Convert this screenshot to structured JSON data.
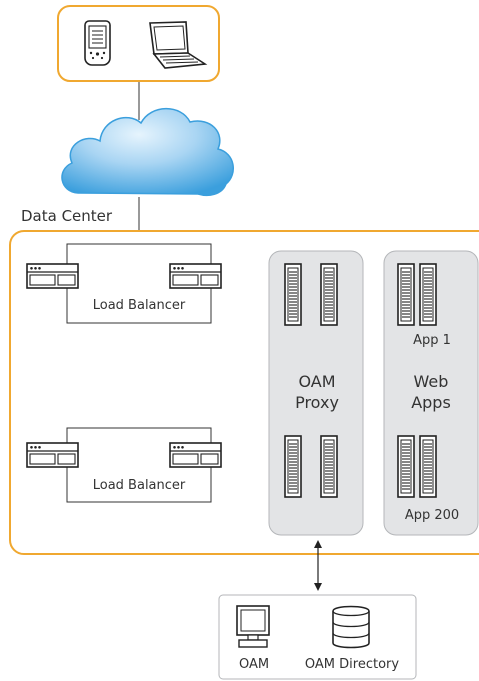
{
  "data_center": {
    "label": "Data Center"
  },
  "load_balancers": [
    {
      "label": "Load Balancer"
    },
    {
      "label": "Load Balancer"
    }
  ],
  "oam_proxy": {
    "line1": "OAM",
    "line2": "Proxy"
  },
  "web_apps": {
    "line1": "Web",
    "line2": "Apps",
    "first_app": "App 1",
    "last_app": "App 200"
  },
  "backend": {
    "oam_label": "OAM",
    "directory_label": "OAM Directory"
  },
  "colors": {
    "datacenter_border": "#f0a830",
    "client_border": "#f0a830",
    "cloud_light": "#c9e6f8",
    "cloud_dark": "#3b9fdd",
    "panel_fill": "#e3e4e6",
    "panel_border": "#b4b6b9",
    "line": "#333333"
  }
}
